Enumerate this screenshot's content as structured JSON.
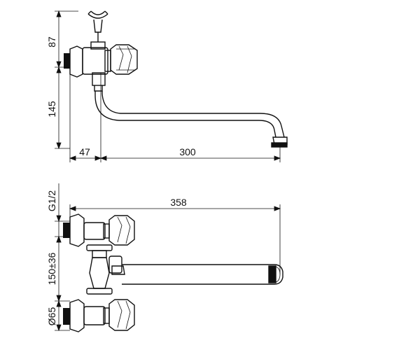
{
  "top_view": {
    "dim_height_upper": "87",
    "dim_height_lower": "145",
    "dim_offset": "47",
    "dim_spout_length": "300"
  },
  "bottom_view": {
    "dim_total_length": "358",
    "dim_thread": "G1/2",
    "dim_center_distance": "150±36",
    "dim_flange_diameter": "Ø65"
  }
}
